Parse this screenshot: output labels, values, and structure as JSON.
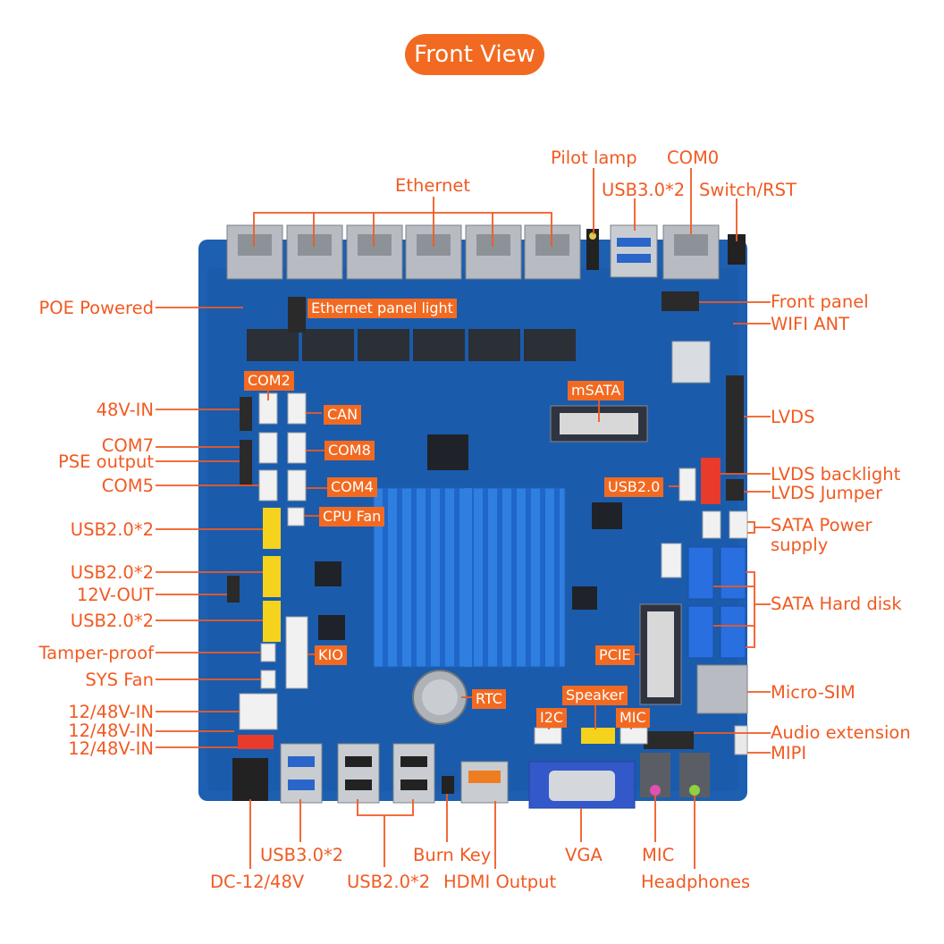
{
  "title": "Front View",
  "colors": {
    "accent": "#f26a21",
    "board": "#1d5fb1",
    "heatsink": "#2f7fe0",
    "leader": "#f15a22"
  },
  "labels": {
    "ethernet": "Ethernet",
    "pilot_lamp": "Pilot lamp",
    "com0": "COM0",
    "usb30x2_top": "USB3.0*2",
    "switch_rst": "Switch/RST",
    "poe_powered": "POE Powered",
    "front_panel": "Front panel",
    "wifi_ant": "WIFI ANT",
    "in48v": "48V-IN",
    "lvds": "LVDS",
    "com7": "COM7",
    "pse_output": "PSE output",
    "com5": "COM5",
    "lvds_backlight": "LVDS backlight",
    "lvds_jumper": "LVDS Jumper",
    "usb20x2_a": "USB2.0*2",
    "sata_power": "SATA Power",
    "supply": "supply",
    "usb20x2_b": "USB2.0*2",
    "out12v": "12V-OUT",
    "sata_hard_disk": "SATA Hard disk",
    "usb20x2_c": "USB2.0*2",
    "tamper_proof": "Tamper-proof",
    "sys_fan": "SYS Fan",
    "in1248_a": "12/48V-IN",
    "micro_sim": "Micro-SIM",
    "in1248_b": "12/48V-IN",
    "audio_extension": "Audio extension",
    "in1248_c": "12/48V-IN",
    "mipi": "MIPI",
    "usb30x2_bottom": "USB3.0*2",
    "burn_key": "Burn Key",
    "vga": "VGA",
    "mic_bottom": "MIC",
    "dc_1248v": "DC-12/48V",
    "usb20x2_bottom": "USB2.0*2",
    "hdmi_output": "HDMI Output",
    "headphones": "Headphones"
  },
  "tags": {
    "ethernet_panel_light": "Ethernet panel light",
    "com2": "COM2",
    "msata": "mSATA",
    "can": "CAN",
    "com8": "COM8",
    "com4": "COM4",
    "usb20": "USB2.0",
    "cpu_fan": "CPU Fan",
    "kio": "KIO",
    "pcie": "PCIE",
    "speaker": "Speaker",
    "rtc": "RTC",
    "i2c": "I2C",
    "mic": "MIC"
  }
}
